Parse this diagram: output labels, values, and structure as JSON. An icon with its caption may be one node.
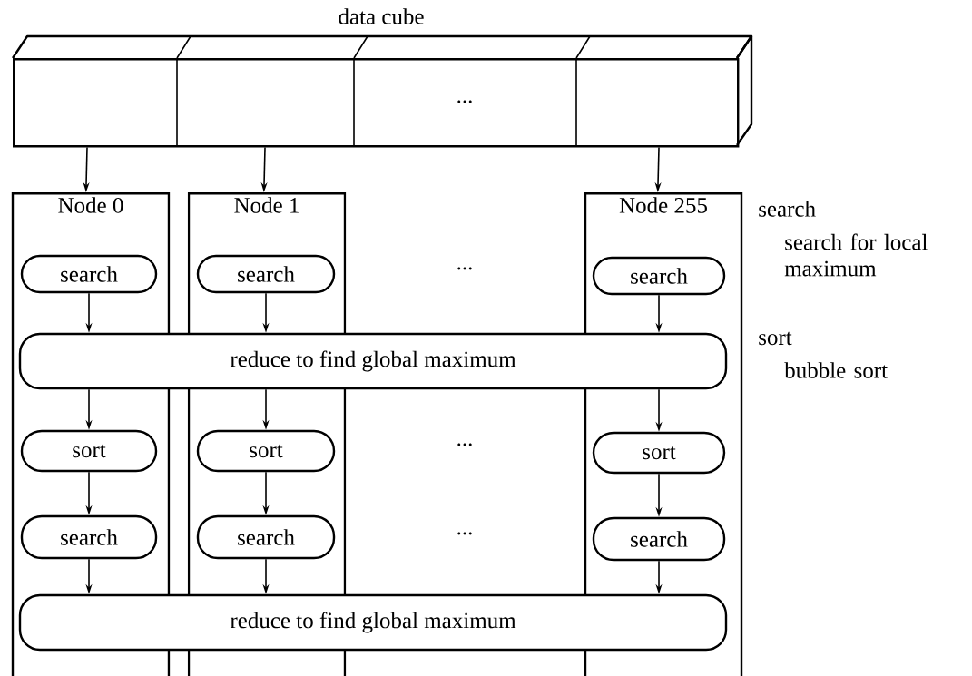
{
  "diagram": {
    "nodes": [
      {
        "text": [
          "data cube",
          "..."
        ]
      },
      {
        "text": [
          "Node 0"
        ]
      },
      {
        "text": [
          "Node 1"
        ]
      },
      {
        "text": [
          "Node 255"
        ]
      },
      {
        "text": [
          "search"
        ],
        "in": 1
      },
      {
        "text": [
          "search"
        ],
        "in": 2
      },
      {
        "text": [
          "search"
        ],
        "in": 3
      },
      {
        "text": [
          "reduce to find global maximum"
        ]
      },
      {
        "text": [
          "sort"
        ],
        "in": 1
      },
      {
        "text": [
          "sort"
        ],
        "in": 2
      },
      {
        "text": [
          "sort"
        ],
        "in": 3
      },
      {
        "text": [
          "search"
        ],
        "in": 1
      },
      {
        "text": [
          "search"
        ],
        "in": 2
      },
      {
        "text": [
          "search"
        ],
        "in": 3
      },
      {
        "text": [
          "reduce to find global maximum"
        ]
      }
    ],
    "edges": [
      {
        "from": 0,
        "to": 1,
        "arrow": "to"
      },
      {
        "from": 0,
        "to": 2,
        "arrow": "to"
      },
      {
        "from": 0,
        "to": 3,
        "arrow": "to"
      },
      {
        "from": 4,
        "to": 7,
        "arrow": "to"
      },
      {
        "from": 5,
        "to": 7,
        "arrow": "to"
      },
      {
        "from": 6,
        "to": 7,
        "arrow": "to"
      },
      {
        "from": 7,
        "to": 8,
        "arrow": "to"
      },
      {
        "from": 7,
        "to": 9,
        "arrow": "to"
      },
      {
        "from": 7,
        "to": 10,
        "arrow": "to"
      },
      {
        "from": 8,
        "to": 11,
        "arrow": "to"
      },
      {
        "from": 9,
        "to": 12,
        "arrow": "to"
      },
      {
        "from": 10,
        "to": 13,
        "arrow": "to"
      },
      {
        "from": 11,
        "to": 14,
        "arrow": "to"
      },
      {
        "from": 12,
        "to": 14,
        "arrow": "to"
      },
      {
        "from": 13,
        "to": 14,
        "arrow": "to"
      }
    ],
    "labels": [
      "...",
      "search",
      "search for local maximum",
      "sort",
      "bubble sort",
      "...",
      "..."
    ]
  }
}
